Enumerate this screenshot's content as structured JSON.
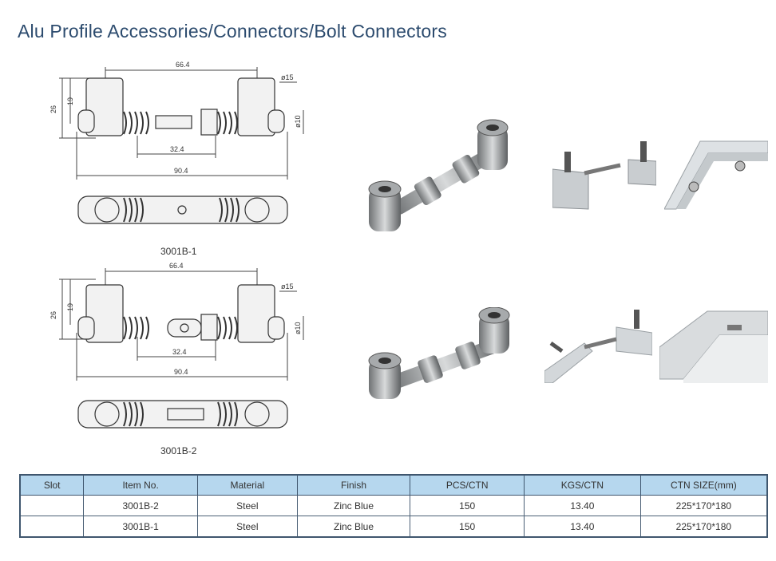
{
  "page": {
    "title": "Alu Profile Accessories/Connectors/Bolt Connectors"
  },
  "drawings": [
    {
      "caption": "3001B-1",
      "dims": {
        "top": "66.4",
        "dia_top": "ø15",
        "height_outer": "26",
        "height_inner": "19",
        "dia_side": "ø10",
        "inner_len": "32.4",
        "total_len": "90.4"
      }
    },
    {
      "caption": "3001B-2",
      "dims": {
        "top": "66.4",
        "dia_top": "ø15",
        "height_outer": "26",
        "height_inner": "19",
        "dia_side": "ø10",
        "inner_len": "32.4",
        "total_len": "90.4"
      }
    }
  ],
  "table": {
    "headers": [
      "Slot",
      "Item No.",
      "Material",
      "Finish",
      "PCS/CTN",
      "KGS/CTN",
      "CTN SIZE(mm)"
    ],
    "rows": [
      [
        "",
        "3001B-2",
        "Steel",
        "Zinc Blue",
        "150",
        "13.40",
        "225*170*180"
      ],
      [
        "",
        "3001B-1",
        "Steel",
        "Zinc Blue",
        "150",
        "13.40",
        "225*170*180"
      ]
    ]
  },
  "colors": {
    "title": "#2c4b6e",
    "table_header_bg": "#b6d7ee",
    "table_border": "#3f566e"
  }
}
